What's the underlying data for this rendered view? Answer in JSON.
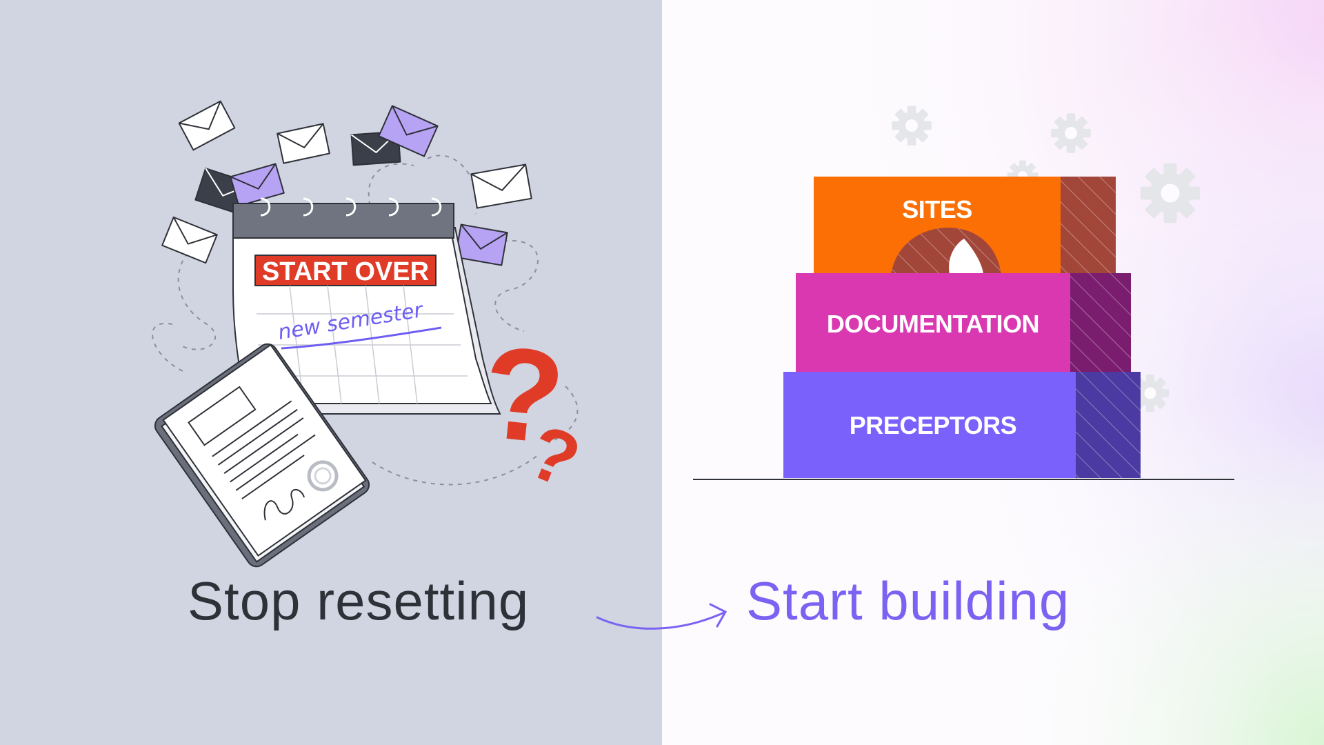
{
  "calendar": {
    "banner_text": "START OVER",
    "handwritten_note": "new semester"
  },
  "question_marks": [
    "?",
    "?"
  ],
  "blocks": [
    {
      "label": "SITES",
      "color": "#fb6f05",
      "side_color": "#a3463a"
    },
    {
      "label": "DOCUMENTATION",
      "color": "#da38b1",
      "side_color": "#7b1d6e"
    },
    {
      "label": "PRECEPTORS",
      "color": "#7b61fb",
      "side_color": "#4a3aa1"
    }
  ],
  "captions": {
    "left": "Stop resetting",
    "right": "Start building"
  },
  "colors": {
    "left_background": "#d0d5e1",
    "right_background": "#fdfbfe",
    "accent_purple": "#7a63f2",
    "question_red": "#e03b27",
    "caption_dark": "#2f3139"
  }
}
